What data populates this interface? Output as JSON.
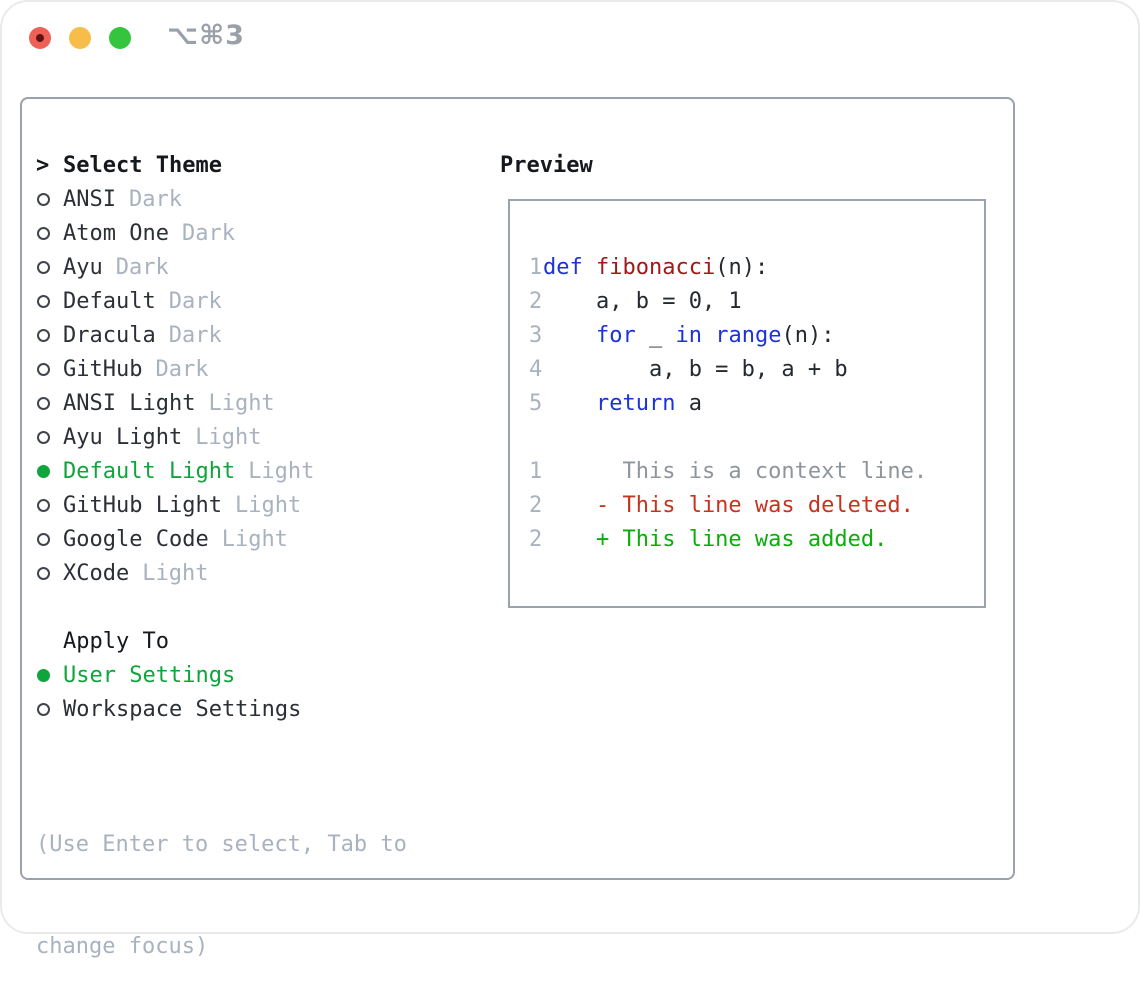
{
  "window": {
    "shortcut_label": "⌥⌘3",
    "traffic_lights": [
      "close",
      "minimize",
      "zoom"
    ]
  },
  "colors": {
    "selection": "#0fa53c",
    "muted": "#a9b2bf",
    "keyword": "#1b32dc",
    "function": "#a31919",
    "plain": "#24292f",
    "context": "#8e959d",
    "deleted": "#c5341f",
    "added": "#0aad0a",
    "border": "#9aa2ad",
    "traffic_red": "#ee6157",
    "traffic_yellow": "#f7bd49",
    "traffic_green": "#35c43e"
  },
  "theme_picker": {
    "header_prefix": ">",
    "header": "Select Theme",
    "items": [
      {
        "name": "ANSI",
        "variant": "Dark",
        "selected": false
      },
      {
        "name": "Atom One",
        "variant": "Dark",
        "selected": false
      },
      {
        "name": "Ayu",
        "variant": "Dark",
        "selected": false
      },
      {
        "name": "Default",
        "variant": "Dark",
        "selected": false
      },
      {
        "name": "Dracula",
        "variant": "Dark",
        "selected": false
      },
      {
        "name": "GitHub",
        "variant": "Dark",
        "selected": false
      },
      {
        "name": "ANSI Light",
        "variant": "Light",
        "selected": false
      },
      {
        "name": "Ayu Light",
        "variant": "Light",
        "selected": false
      },
      {
        "name": "Default Light",
        "variant": "Light",
        "selected": true
      },
      {
        "name": "GitHub Light",
        "variant": "Light",
        "selected": false
      },
      {
        "name": "Google Code",
        "variant": "Light",
        "selected": false
      },
      {
        "name": "XCode",
        "variant": "Light",
        "selected": false
      }
    ]
  },
  "preview": {
    "header": "Preview",
    "lines": [
      {
        "num": "1",
        "segments": [
          {
            "text": "def",
            "color": "keyword"
          },
          {
            "text": " ",
            "color": "plain"
          },
          {
            "text": "fibonacci",
            "color": "function"
          },
          {
            "text": "(n):",
            "color": "plain"
          }
        ]
      },
      {
        "num": "2",
        "segments": [
          {
            "text": "    a, b = 0, 1",
            "color": "plain"
          }
        ]
      },
      {
        "num": "3",
        "segments": [
          {
            "text": "    ",
            "color": "plain"
          },
          {
            "text": "for",
            "color": "keyword"
          },
          {
            "text": " _ ",
            "color": "plain"
          },
          {
            "text": "in",
            "color": "keyword"
          },
          {
            "text": " ",
            "color": "plain"
          },
          {
            "text": "range",
            "color": "keyword"
          },
          {
            "text": "(n):",
            "color": "plain"
          }
        ]
      },
      {
        "num": "4",
        "segments": [
          {
            "text": "        a, b = b, a + b",
            "color": "plain"
          }
        ]
      },
      {
        "num": "5",
        "segments": [
          {
            "text": "    ",
            "color": "plain"
          },
          {
            "text": "return",
            "color": "keyword"
          },
          {
            "text": " a",
            "color": "plain"
          }
        ]
      },
      {
        "num": "",
        "segments": []
      },
      {
        "num": "1",
        "segments": [
          {
            "text": "      This is a context line.",
            "color": "context"
          }
        ]
      },
      {
        "num": "2",
        "segments": [
          {
            "text": "    - This line was deleted.",
            "color": "deleted"
          }
        ]
      },
      {
        "num": "2",
        "segments": [
          {
            "text": "    + This line was added.",
            "color": "added"
          }
        ]
      }
    ]
  },
  "apply_to": {
    "header": "Apply To",
    "options": [
      {
        "label": "User Settings",
        "selected": true
      },
      {
        "label": "Workspace Settings",
        "selected": false
      }
    ]
  },
  "help": {
    "lines": [
      "(Use Enter to select, Tab to",
      "change focus)"
    ]
  }
}
